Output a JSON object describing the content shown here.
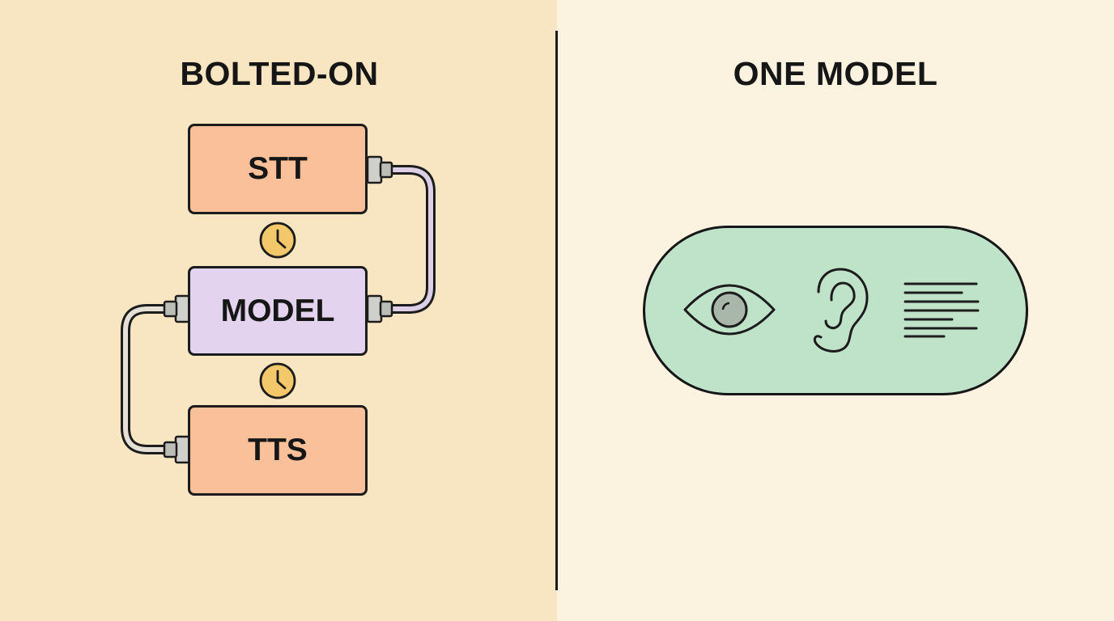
{
  "left_panel": {
    "title": "BOLTED-ON",
    "blocks": {
      "stt": "STT",
      "model": "MODEL",
      "tts": "TTS"
    },
    "latency_icon": "clock-icon"
  },
  "right_panel": {
    "title": "ONE MODEL",
    "icons": [
      "eye-icon",
      "ear-icon",
      "text-lines-icon"
    ]
  },
  "colors": {
    "left_background": "#f8e6c3",
    "right_background": "#fbf2df",
    "stt_tts_block": "#f9c09a",
    "model_block": "#e3d3ee",
    "pill": "#bfe3c8",
    "clock": "#f3c86a",
    "cable": "#ddd0e6"
  }
}
